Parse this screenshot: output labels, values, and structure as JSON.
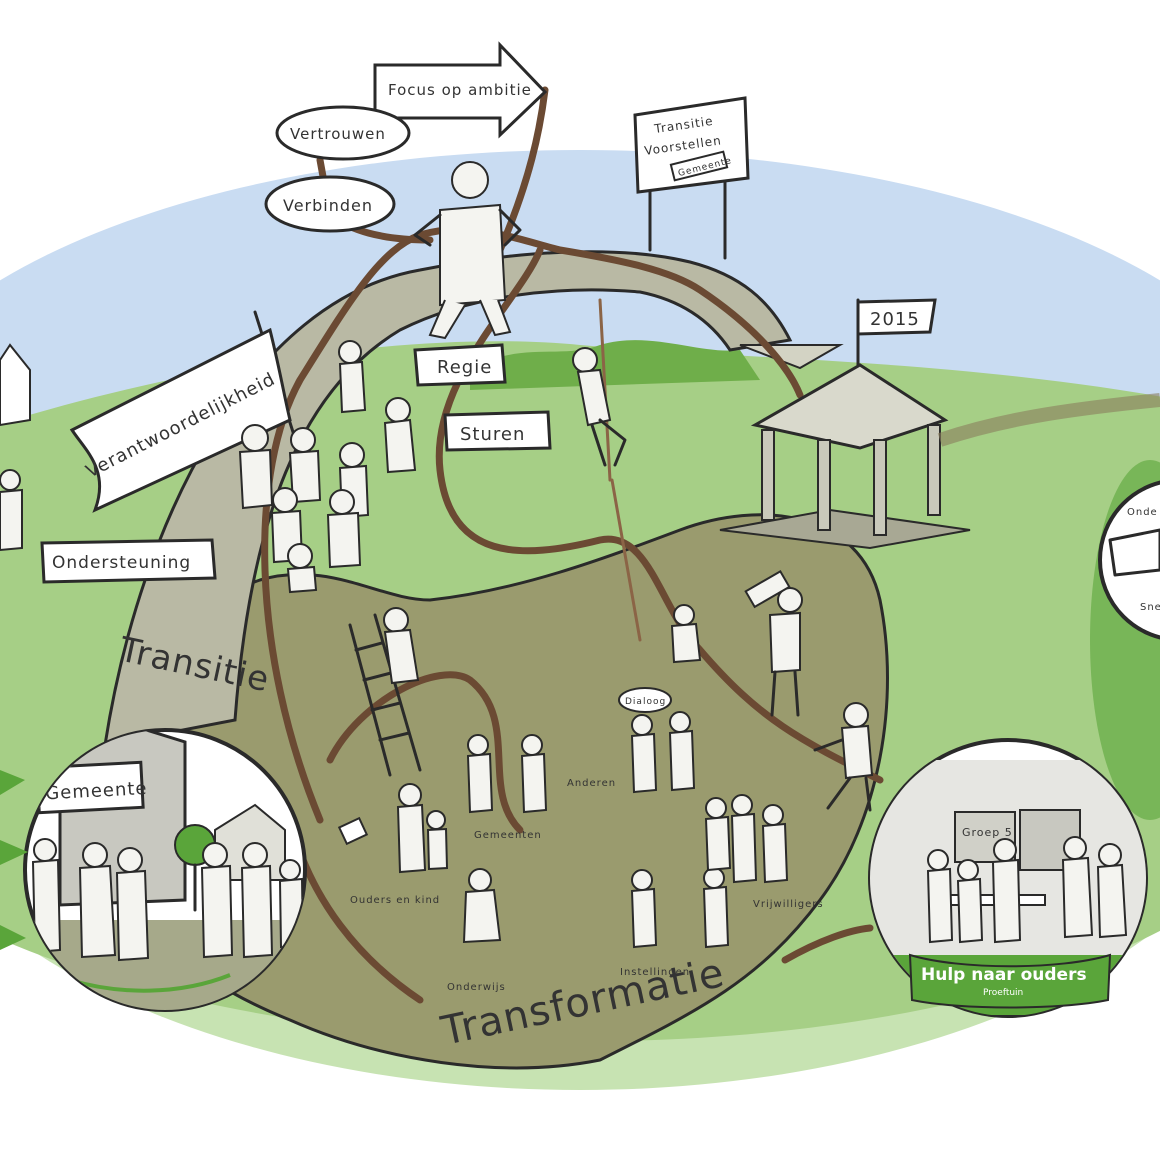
{
  "arrow": {
    "focus": "Focus op ambitie"
  },
  "bubbles": {
    "vertrouwen": "Vertrouwen",
    "verbinden": "Verbinden"
  },
  "billboard": {
    "line1": "Transitie",
    "line2": "Voorstellen",
    "stamp": "Gemeente"
  },
  "flag": {
    "year": "2015"
  },
  "banner": {
    "text": "Verantwoordelijkheid"
  },
  "tags": {
    "regie": "Regie",
    "sturen": "Sturen",
    "ondersteuning": "Ondersteuning"
  },
  "bridge": {
    "label": "Transitie"
  },
  "ground": {
    "label": "Transformatie"
  },
  "building": {
    "label": "Gemeente"
  },
  "speech": {
    "dialog": "Dialoog"
  },
  "groups": {
    "anderen": "Anderen",
    "gemeenten": "Gemeenten",
    "ouders_kind": "Ouders en kind",
    "onderwijs": "Onderwijs",
    "instellingen": "Instellingen",
    "vrijwilligers": "Vrijwilligers"
  },
  "circle_right": {
    "title": "Hulp naar ouders",
    "subtitle": "Proeftuin",
    "board": "Groep 5"
  },
  "edge_right": {
    "partial1": "Onde",
    "partial2": "Sne"
  },
  "colors": {
    "sky": "#c9dcf2",
    "grass_light": "#c7e3b2",
    "grass": "#a6cf86",
    "ground": "#9a9b6e",
    "bridge": "#b9b9a4",
    "green_accent": "#5aa53a",
    "rope": "#6b4a33"
  },
  "icons": [
    "arrow-right-icon",
    "flag-icon",
    "billboard-icon",
    "pavilion-icon",
    "ladder-icon",
    "rope-icon",
    "building-icon",
    "tree-icon",
    "house-icon"
  ]
}
